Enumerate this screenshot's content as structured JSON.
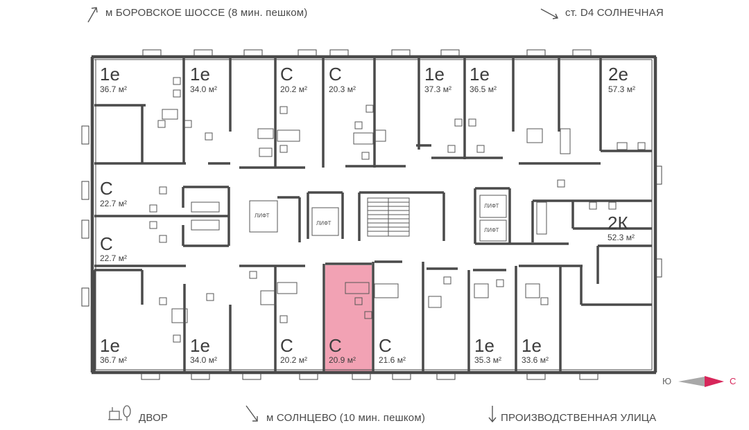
{
  "top_left_label": "м БОРОВСКОЕ ШОССЕ (8 мин. пешком)",
  "top_right_label": "ст. D4 СОЛНЕЧНАЯ",
  "bottom_yard_label": "ДВОР",
  "bottom_center_label": "м СОЛНЦЕВО (10 мин. пешком)",
  "bottom_right_label": "ПРОИЗВОДСТВЕННАЯ УЛИЦА",
  "compass": {
    "south": "Ю",
    "north": "С"
  },
  "lift_label": "ЛИФТ",
  "highlight_color": "#f2a2b4",
  "accent_color": "#d7265a",
  "units": [
    {
      "id": "top-1",
      "type": "1е",
      "area": "36.7 м²"
    },
    {
      "id": "top-2",
      "type": "1е",
      "area": "34.0 м²"
    },
    {
      "id": "top-3",
      "type": "С",
      "area": "20.2 м²"
    },
    {
      "id": "top-4",
      "type": "С",
      "area": "20.3 м²"
    },
    {
      "id": "top-5",
      "type": "1е",
      "area": "37.3 м²"
    },
    {
      "id": "top-6",
      "type": "1е",
      "area": "36.5 м²"
    },
    {
      "id": "top-7",
      "type": "2е",
      "area": "57.3 м²"
    },
    {
      "id": "left-1",
      "type": "С",
      "area": "22.7 м²"
    },
    {
      "id": "left-2",
      "type": "С",
      "area": "22.7 м²"
    },
    {
      "id": "right-1",
      "type": "2К",
      "area": "52.3 м²"
    },
    {
      "id": "bot-1",
      "type": "1е",
      "area": "36.7 м²"
    },
    {
      "id": "bot-2",
      "type": "1е",
      "area": "34.0 м²"
    },
    {
      "id": "bot-3",
      "type": "С",
      "area": "20.2 м²"
    },
    {
      "id": "bot-4",
      "type": "С",
      "area": "20.9 м²",
      "selected": true
    },
    {
      "id": "bot-5",
      "type": "С",
      "area": "21.6 м²"
    },
    {
      "id": "bot-6",
      "type": "1е",
      "area": "35.3 м²"
    },
    {
      "id": "bot-7",
      "type": "1е",
      "area": "33.6 м²"
    }
  ]
}
